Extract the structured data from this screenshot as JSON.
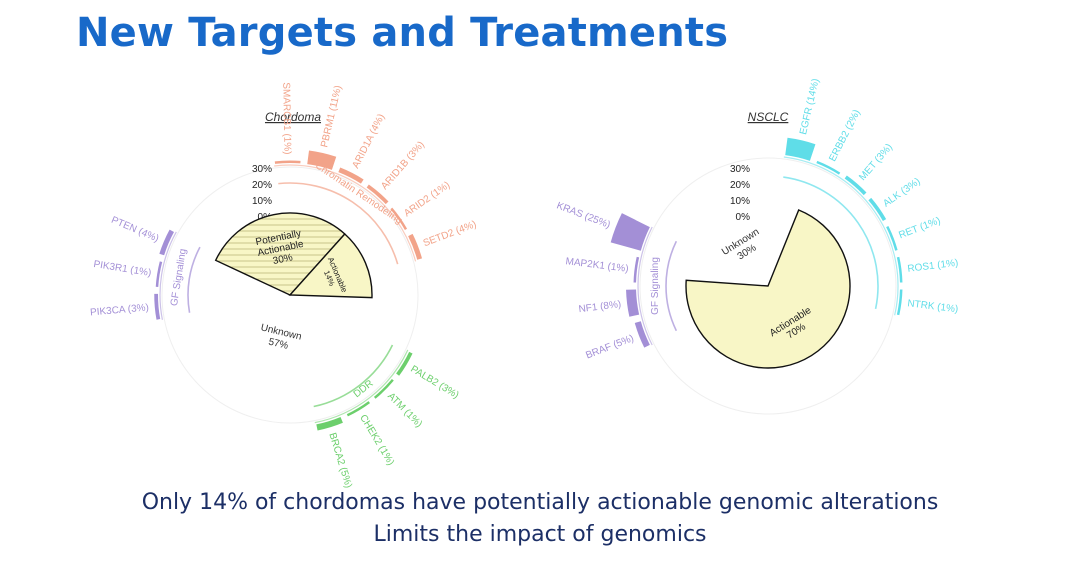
{
  "title": "New Targets and Treatments",
  "footer": {
    "line1": "Only 14% of chordomas have potentially actionable genomic alterations",
    "line2": "Limits the impact of genomics"
  },
  "scale_ticks": [
    "30%",
    "20%",
    "10%",
    "0%"
  ],
  "colors": {
    "purple": "#a38fd6",
    "salmon": "#f2a389",
    "green": "#6ccf6c",
    "cyan": "#5fdde8",
    "pie_fill": "#f8f6c6",
    "title": "#1869c9",
    "footer": "#1c2f66"
  },
  "chart_data": [
    {
      "type": "pie",
      "title": "Chordoma",
      "slices": [
        {
          "label": "Potentially Actionable",
          "value": 30,
          "pct": "30%",
          "hatched": true
        },
        {
          "label": "Actionable",
          "value": 14,
          "pct": "14%",
          "hatched": false
        },
        {
          "label": "Unknown",
          "value": 57,
          "pct": "57%",
          "hatched": false
        }
      ],
      "groups": [
        {
          "name": "GF Signaling",
          "color": "purple",
          "genes": [
            {
              "label": "PIK3CA (3%)",
              "value": 3
            },
            {
              "label": "PIK3R1 (1%)",
              "value": 1
            },
            {
              "label": "PTEN (4%)",
              "value": 4
            }
          ]
        },
        {
          "name": "Chromatin Remodeling",
          "color": "salmon",
          "genes": [
            {
              "label": "SMARCB1 (1%)",
              "value": 1
            },
            {
              "label": "PBRM1 (11%)",
              "value": 11
            },
            {
              "label": "ARID1A (4%)",
              "value": 4
            },
            {
              "label": "ARID1B (3%)",
              "value": 3
            },
            {
              "label": "ARID2 (1%)",
              "value": 1
            },
            {
              "label": "SETD2 (4%)",
              "value": 4
            }
          ]
        },
        {
          "name": "DDR",
          "color": "green",
          "genes": [
            {
              "label": "BRCA2 (5%)",
              "value": 5
            },
            {
              "label": "CHEK2 (1%)",
              "value": 1
            },
            {
              "label": "ATM (1%)",
              "value": 1
            },
            {
              "label": "PALB2 (3%)",
              "value": 3
            }
          ]
        }
      ]
    },
    {
      "type": "pie",
      "title": "NSCLC",
      "slices": [
        {
          "label": "Actionable",
          "value": 70,
          "pct": "70%",
          "hatched": false
        },
        {
          "label": "Unknown",
          "value": 30,
          "pct": "30%",
          "hatched": false
        }
      ],
      "groups": [
        {
          "name": "GF Signaling",
          "color": "purple",
          "genes": [
            {
              "label": "BRAF (5%)",
              "value": 5
            },
            {
              "label": "NF1 (8%)",
              "value": 8
            },
            {
              "label": "MAP2K1 (1%)",
              "value": 1
            },
            {
              "label": "KRAS (25%)",
              "value": 25
            }
          ]
        },
        {
          "name": "",
          "color": "cyan",
          "genes": [
            {
              "label": "EGFR (14%)",
              "value": 14
            },
            {
              "label": "ERBB2 (2%)",
              "value": 2
            },
            {
              "label": "MET (3%)",
              "value": 3
            },
            {
              "label": "ALK (3%)",
              "value": 3
            },
            {
              "label": "RET (1%)",
              "value": 1
            },
            {
              "label": "ROS1 (1%)",
              "value": 1
            },
            {
              "label": "NTRK (1%)",
              "value": 1
            }
          ]
        }
      ]
    }
  ]
}
